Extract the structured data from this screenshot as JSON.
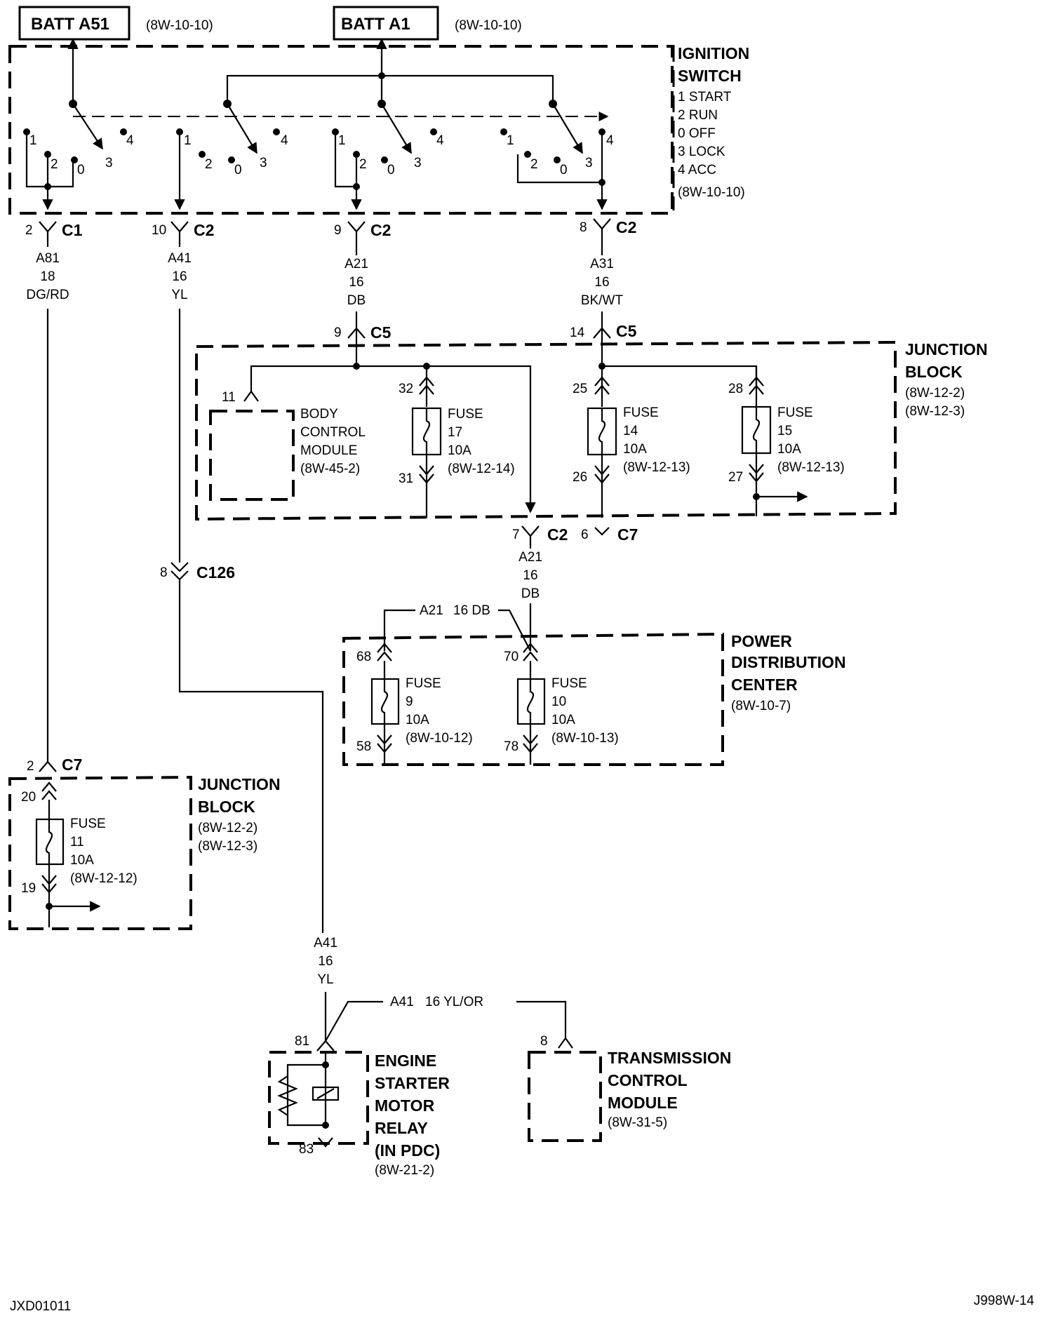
{
  "batt_a51": {
    "label": "BATT A51",
    "ref": "(8W-10-10)"
  },
  "batt_a1": {
    "label": "BATT A1",
    "ref": "(8W-10-10)"
  },
  "ignition_switch": {
    "title_line1": "IGNITION",
    "title_line2": "SWITCH",
    "positions": [
      "1 START",
      "2 RUN",
      "0 OFF",
      "3 LOCK",
      "4 ACC"
    ],
    "ref": "(8W-10-10)",
    "contact_labels": [
      "1",
      "2",
      "0",
      "3",
      "4"
    ]
  },
  "connectors": {
    "c1_a81": {
      "pin": "2",
      "name": "C1"
    },
    "c2_a41": {
      "pin": "10",
      "name": "C2"
    },
    "c2_a21": {
      "pin": "9",
      "name": "C2"
    },
    "c2_a31": {
      "pin": "8",
      "name": "C2"
    },
    "c5_a21": {
      "pin": "9",
      "name": "C5"
    },
    "c5_a31": {
      "pin": "14",
      "name": "C5"
    },
    "c2_out": {
      "pin": "7",
      "name": "C2"
    },
    "c7_out": {
      "pin": "6",
      "name": "C7"
    },
    "c126": {
      "pin": "8",
      "name": "C126"
    },
    "c7_in": {
      "pin": "2",
      "name": "C7"
    }
  },
  "wires": {
    "a81": [
      "A81",
      "18",
      "DG/RD"
    ],
    "a41": [
      "A41",
      "16",
      "YL"
    ],
    "a21": [
      "A21",
      "16",
      "DB"
    ],
    "a31": [
      "A31",
      "16",
      "BK/WT"
    ],
    "a21_out": [
      "A21",
      "16",
      "DB"
    ],
    "a41_low": [
      "A41",
      "16",
      "YL"
    ],
    "a21_pdc": {
      "circuit": "A21",
      "spec": "16 DB"
    },
    "a41_tcm": {
      "circuit": "A41",
      "spec": "16 YL/OR"
    }
  },
  "junction_block_upper": {
    "title_line1": "JUNCTION",
    "title_line2": "BLOCK",
    "refs": [
      "(8W-12-2)",
      "(8W-12-3)"
    ],
    "bcm": {
      "pin": "11",
      "lines": [
        "BODY",
        "CONTROL",
        "MODULE",
        "(8W-45-2)"
      ]
    },
    "fuses": [
      {
        "pin_in": "32",
        "pin_out": "31",
        "lines": [
          "FUSE",
          "17",
          "10A",
          "(8W-12-14)"
        ]
      },
      {
        "pin_in": "25",
        "pin_out": "26",
        "lines": [
          "FUSE",
          "14",
          "10A",
          "(8W-12-13)"
        ]
      },
      {
        "pin_in": "28",
        "pin_out": "27",
        "lines": [
          "FUSE",
          "15",
          "10A",
          "(8W-12-13)"
        ]
      }
    ]
  },
  "pdc": {
    "title_lines": [
      "POWER",
      "DISTRIBUTION",
      "CENTER"
    ],
    "ref": "(8W-10-7)",
    "fuses": [
      {
        "pin_in": "68",
        "pin_out": "58",
        "lines": [
          "FUSE",
          "9",
          "10A",
          "(8W-10-12)"
        ]
      },
      {
        "pin_in": "70",
        "pin_out": "78",
        "lines": [
          "FUSE",
          "10",
          "10A",
          "(8W-10-13)"
        ]
      }
    ]
  },
  "junction_block_lower": {
    "title_line1": "JUNCTION",
    "title_line2": "BLOCK",
    "refs": [
      "(8W-12-2)",
      "(8W-12-3)"
    ],
    "fuse": {
      "pin_in": "20",
      "pin_out": "19",
      "lines": [
        "FUSE",
        "11",
        "10A",
        "(8W-12-12)"
      ]
    }
  },
  "relay": {
    "pin_in": "81",
    "pin_out": "83",
    "title_lines": [
      "ENGINE",
      "STARTER",
      "MOTOR",
      "RELAY",
      "(IN PDC)"
    ],
    "ref": "(8W-21-2)"
  },
  "tcm": {
    "pin": "8",
    "title_lines": [
      "TRANSMISSION",
      "CONTROL",
      "MODULE"
    ],
    "ref": "(8W-31-5)"
  },
  "footer": {
    "left": "JXD01011",
    "right": "J998W-14"
  }
}
